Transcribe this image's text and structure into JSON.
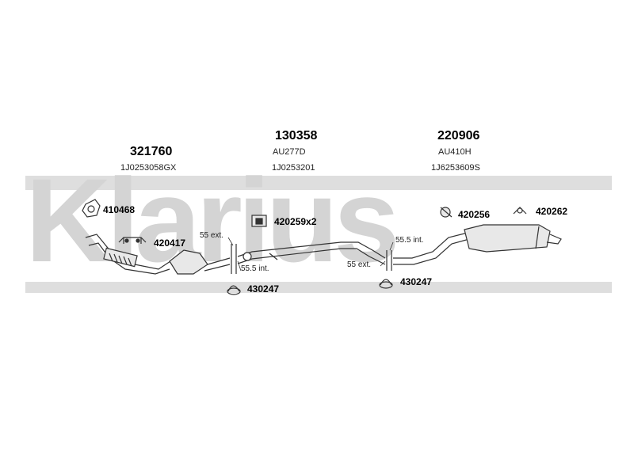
{
  "watermark": {
    "brand": "Klarius",
    "color": "#d4d4d4"
  },
  "components": [
    {
      "part_no": "321760",
      "oe_no": "1J0253058GX"
    },
    {
      "part_no": "130358",
      "code": "AU277D",
      "oe_no": "1J0253201"
    },
    {
      "part_no": "220906",
      "code": "AU410H",
      "oe_no": "1J6253609S"
    }
  ],
  "accessories": {
    "gasket": "410468",
    "mount_front": "420417",
    "mount_mid": "420259x2",
    "clamp_front": "430247",
    "clamp_rear": "430247",
    "hanger_rear_1": "420256",
    "hanger_rear_2": "420262"
  },
  "dimensions": {
    "front_ext": "55 ext.",
    "front_int": "55.5 int.",
    "rear_int": "55.5 int.",
    "rear_ext": "55 ext."
  },
  "colors": {
    "line": "#333333",
    "part_fill": "#e8e8e8",
    "watermark": "#d4d4d4"
  }
}
